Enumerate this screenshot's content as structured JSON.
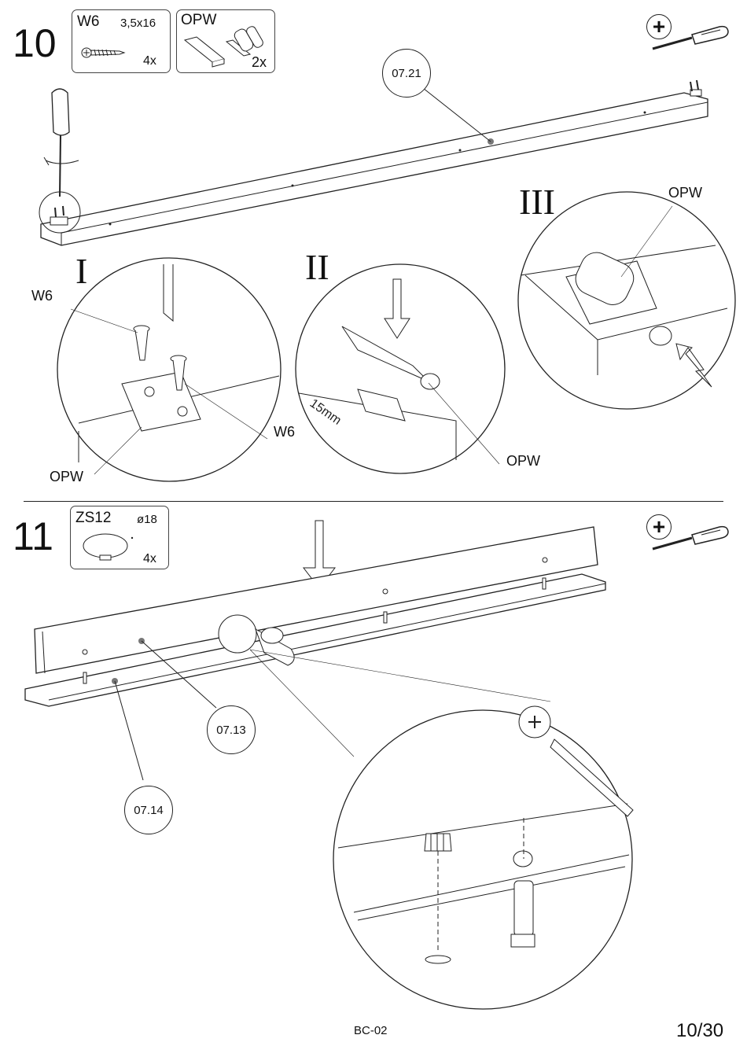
{
  "step10": {
    "number": "10",
    "parts": [
      {
        "code": "W6",
        "size": "3,5x16",
        "qty": "4x",
        "icon": "screw-icon"
      },
      {
        "code": "OPW",
        "qty": "2x",
        "icon": "cabinet-door-damper-icon"
      }
    ],
    "panel_ref": "07.21",
    "details": [
      {
        "numeral": "I",
        "labels": [
          "W6",
          "W6",
          "OPW"
        ]
      },
      {
        "numeral": "II",
        "dimension": "15mm",
        "labels": [
          "OPW"
        ]
      },
      {
        "numeral": "III",
        "labels": [
          "OPW"
        ]
      }
    ],
    "tool_symbol": "+"
  },
  "step11": {
    "number": "11",
    "parts": [
      {
        "code": "ZS12",
        "size": "ø18",
        "qty": "4x",
        "icon": "cam-lock-icon"
      }
    ],
    "panel_refs": [
      "07.13",
      "07.14"
    ],
    "tool_symbol": "+"
  },
  "footer": {
    "code": "BC-02",
    "page": "10/30"
  }
}
